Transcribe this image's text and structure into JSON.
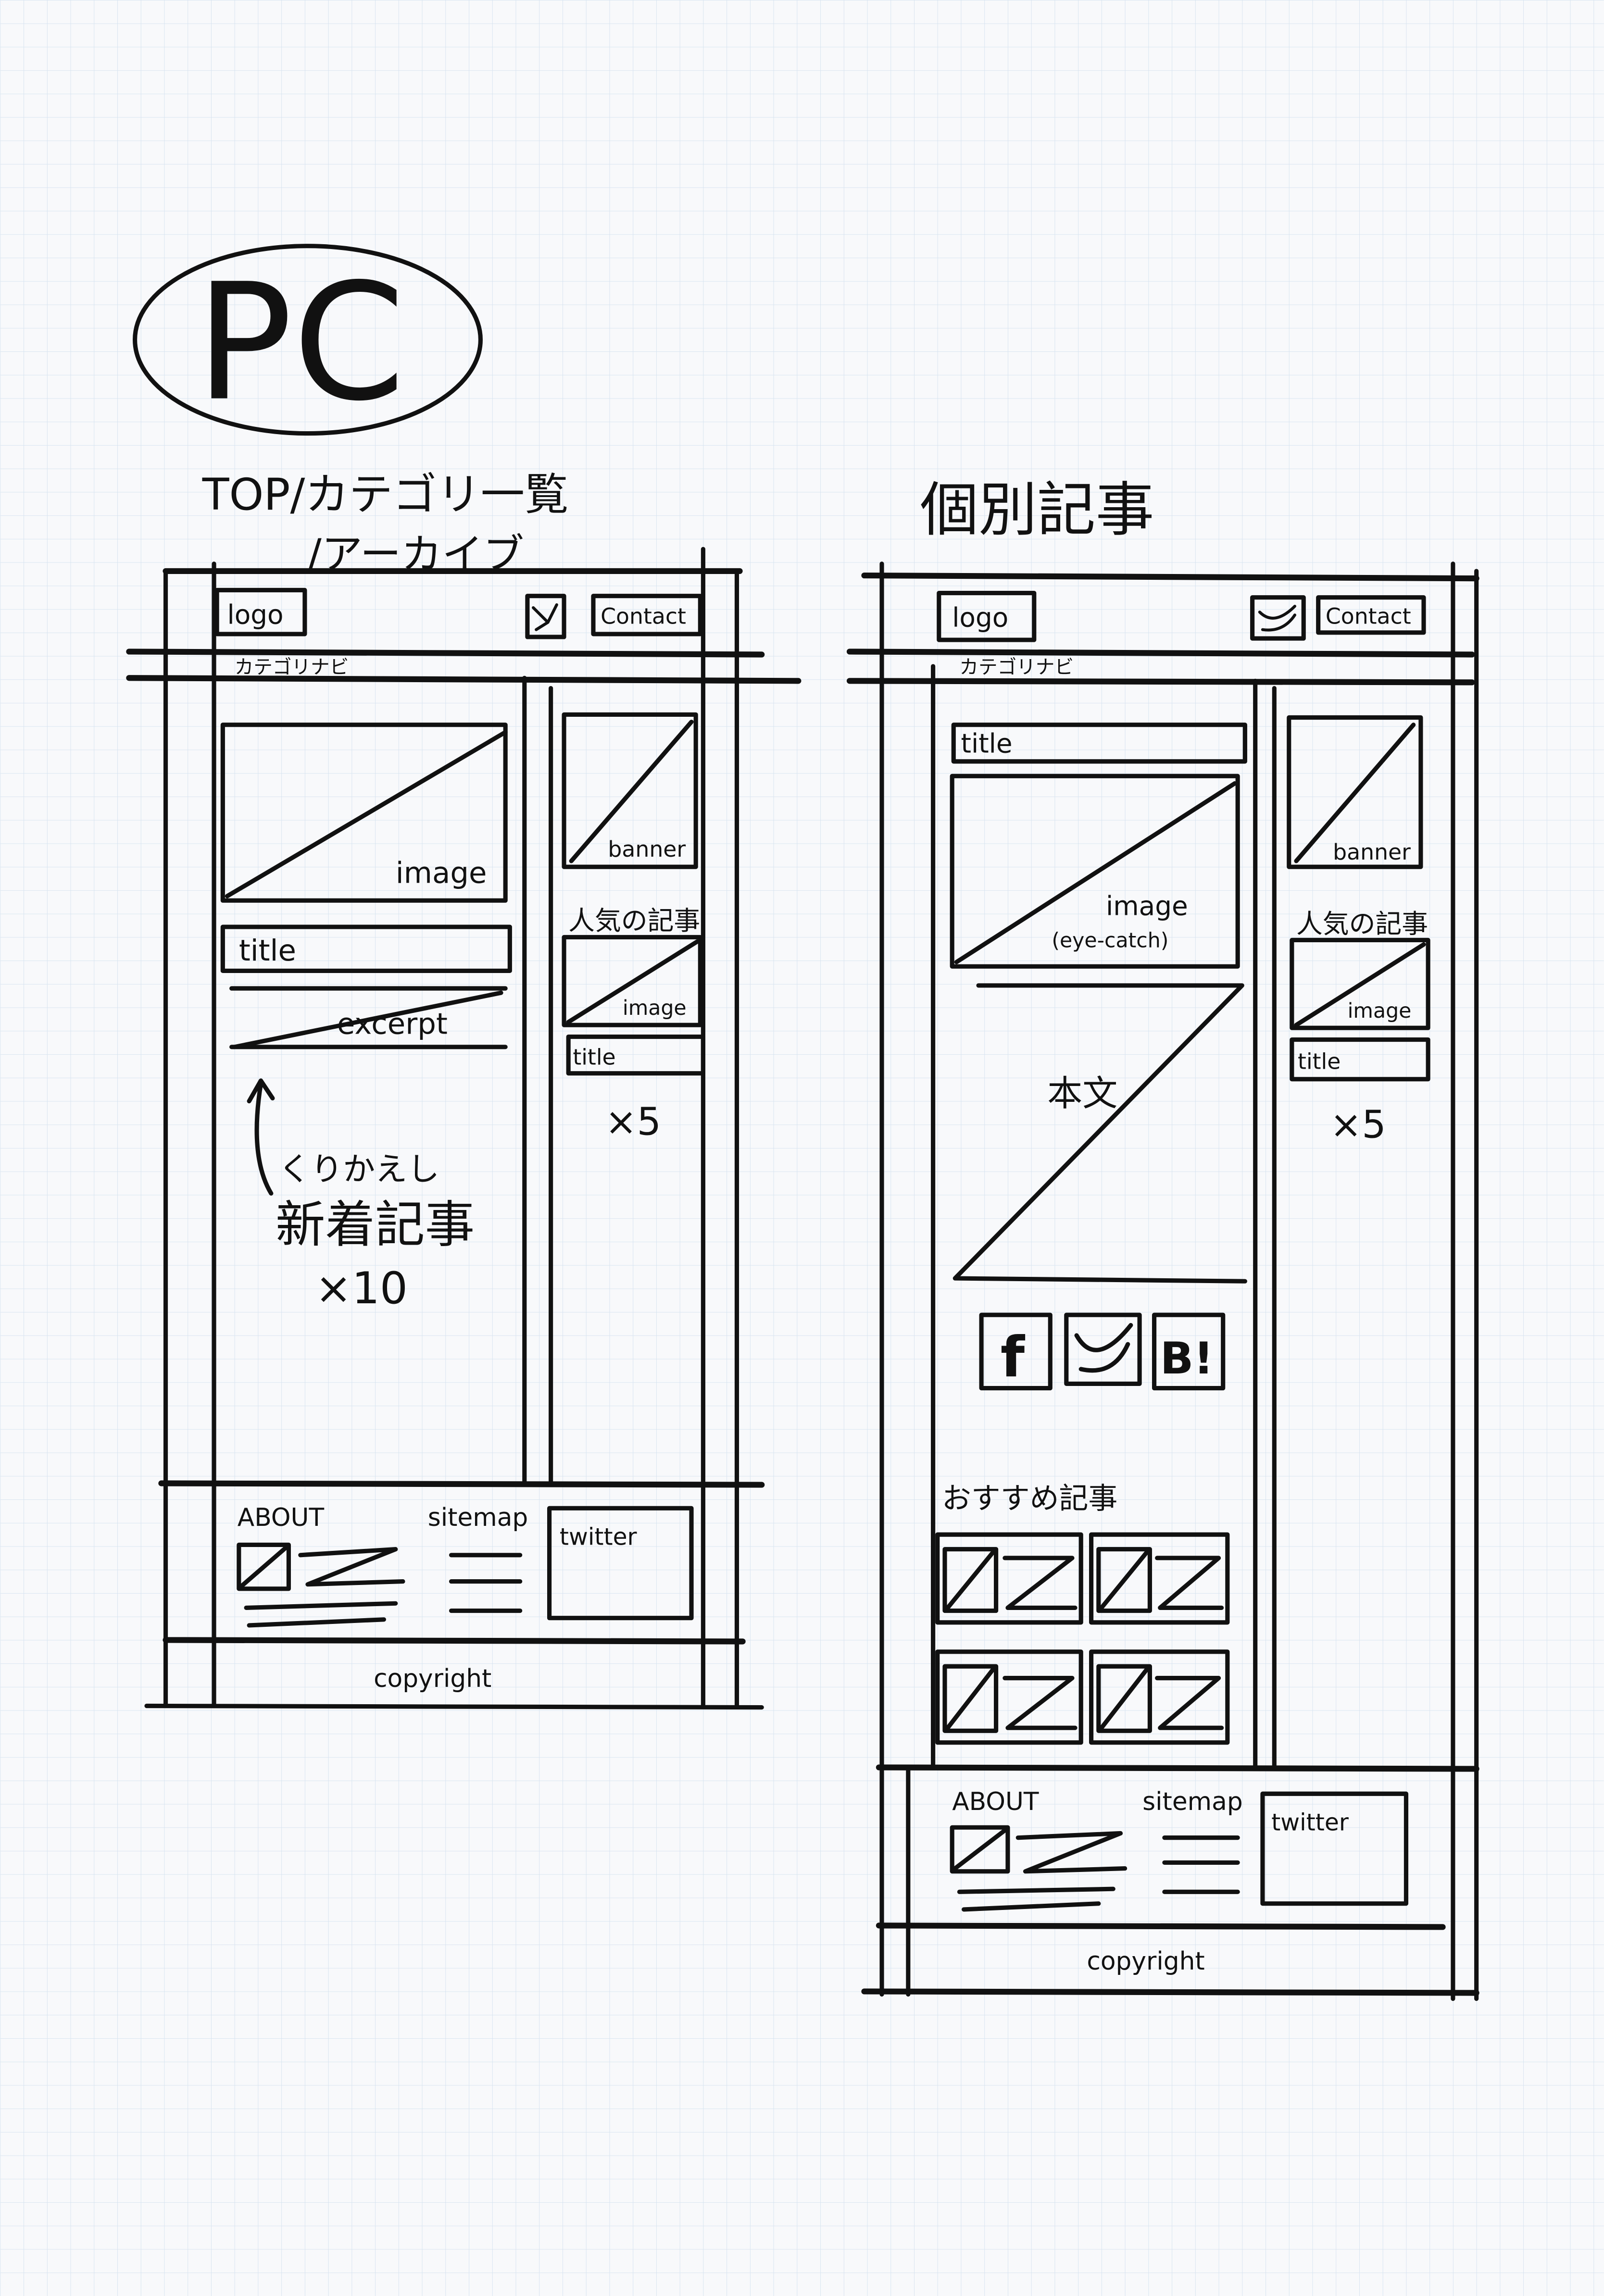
{
  "header": {
    "badge": "PC"
  },
  "left_page": {
    "title_line1": "TOP/カテゴリ一覧",
    "title_line2": "/アーカイブ",
    "logo": "logo",
    "contact": "Contact",
    "category_nav": "カテゴリナビ",
    "post": {
      "image": "image",
      "title": "title",
      "excerpt": "excerpt"
    },
    "repeat_note": {
      "line1": "くりかえし",
      "line2": "新着記事",
      "count": "×10"
    },
    "sidebar": {
      "banner": "banner",
      "popular_heading": "人気の記事",
      "image": "image",
      "title": "title",
      "count": "×5"
    },
    "footer": {
      "about": "ABOUT",
      "sitemap": "sitemap",
      "twitter": "twitter",
      "copyright": "copyright"
    }
  },
  "right_page": {
    "title": "個別記事",
    "logo": "logo",
    "contact": "Contact",
    "category_nav": "カテゴリナビ",
    "article": {
      "title": "title",
      "image": "image",
      "image_note": "(eye-catch)",
      "body": "本文"
    },
    "share": {
      "facebook": "f",
      "hatena": "B!"
    },
    "recommended_heading": "おすすめ記事",
    "sidebar": {
      "banner": "banner",
      "popular_heading": "人気の記事",
      "image": "image",
      "title": "title",
      "count": "×5"
    },
    "footer": {
      "about": "ABOUT",
      "sitemap": "sitemap",
      "twitter": "twitter",
      "copyright": "copyright"
    }
  }
}
